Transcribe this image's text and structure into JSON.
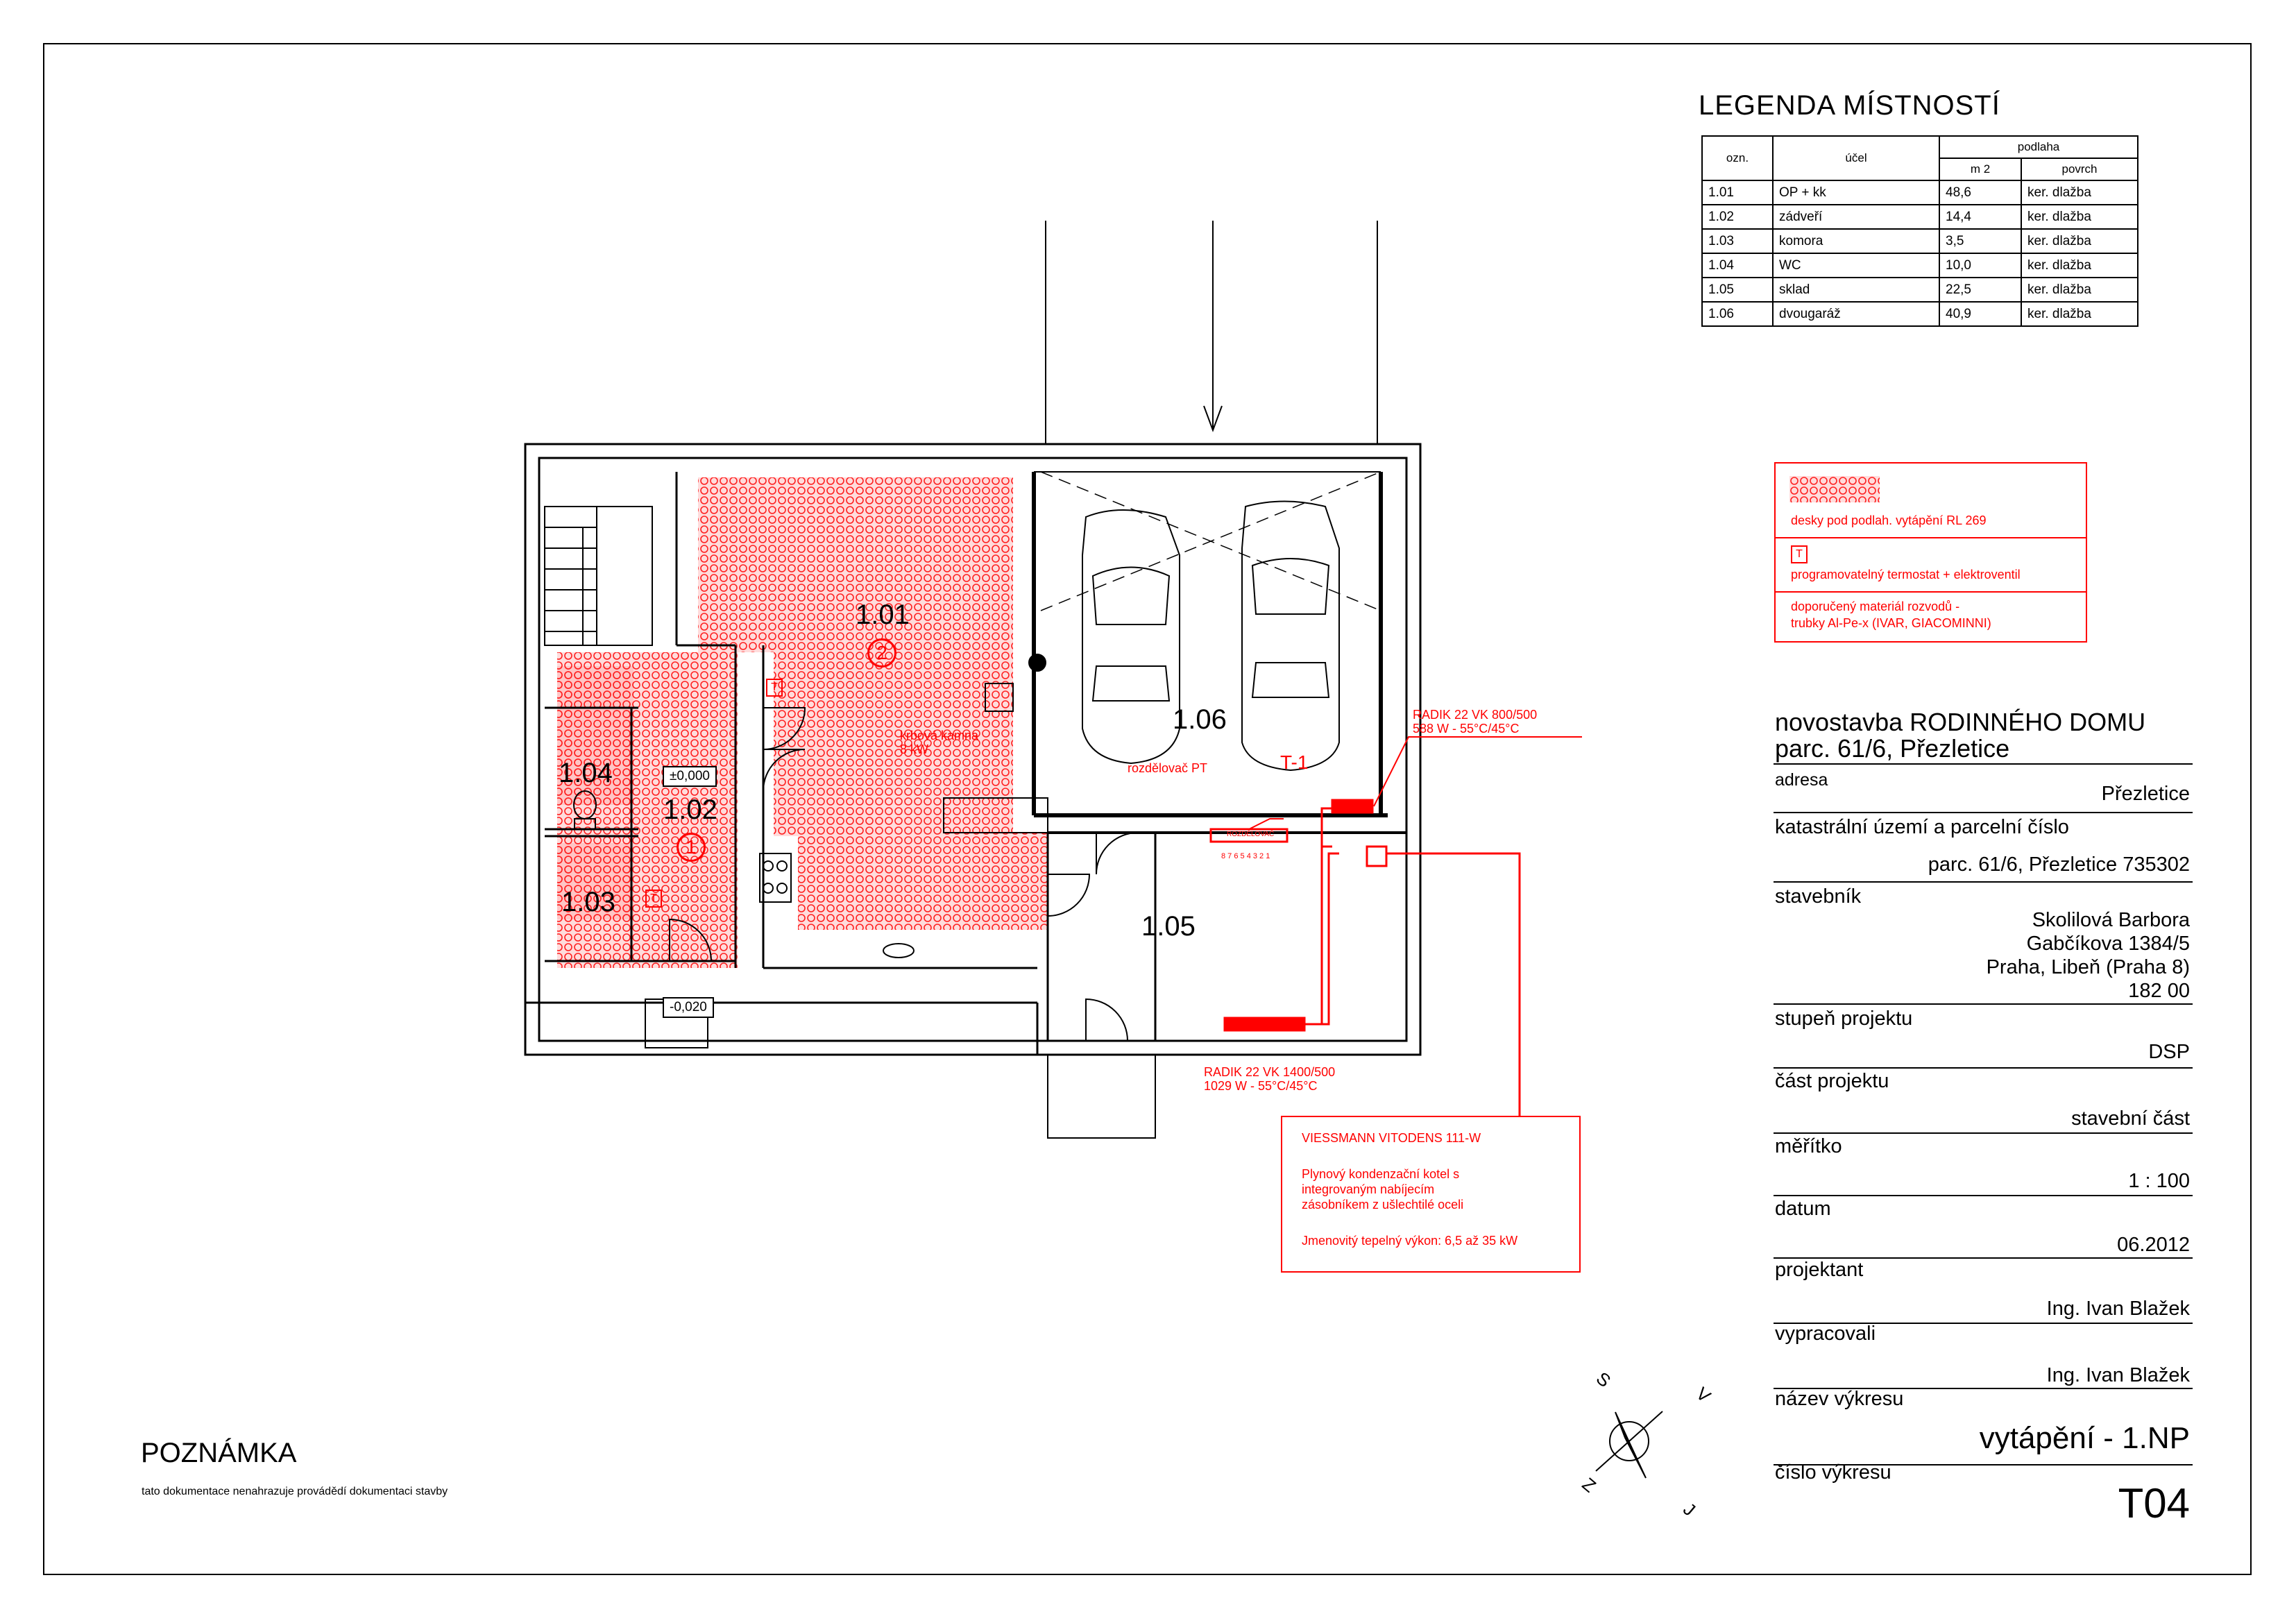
{
  "legend": {
    "title": "LEGENDA MÍSTNOSTÍ",
    "headers": {
      "ozn": "ozn.",
      "ucel": "účel",
      "podlaha": "podlaha",
      "m2": "m 2",
      "povrch": "povrch"
    },
    "rows": [
      {
        "ozn": "1.01",
        "ucel": "OP + kk",
        "m2": "48,6",
        "povrch": "ker. dlažba"
      },
      {
        "ozn": "1.02",
        "ucel": "zádveří",
        "m2": "14,4",
        "povrch": "ker. dlažba"
      },
      {
        "ozn": "1.03",
        "ucel": "komora",
        "m2": "3,5",
        "povrch": "ker. dlažba"
      },
      {
        "ozn": "1.04",
        "ucel": "WC",
        "m2": "10,0",
        "povrch": "ker. dlažba"
      },
      {
        "ozn": "1.05",
        "ucel": "sklad",
        "m2": "22,5",
        "povrch": "ker. dlažba"
      },
      {
        "ozn": "1.06",
        "ucel": "dvougaráž",
        "m2": "40,9",
        "povrch": "ker. dlažba"
      }
    ]
  },
  "heating_legend": {
    "desky": "desky pod podlah. vytápění RL 269",
    "termostat_symbol": "T",
    "termostat": "programovatelný termostat + elektroventil",
    "material_1": "doporučený materiál rozvodů -",
    "material_2": "trubky Al-Pe-x (IVAR, GIACOMINNI)"
  },
  "title_block": {
    "project_1": "novostavba RODINNÉHO DOMU",
    "project_2": "parc. 61/6, Přezletice",
    "adresa_label": "adresa",
    "adresa": "Přezletice",
    "katastr_label": "katastrální území a parcelní číslo",
    "katastr": "parc. 61/6, Přezletice 735302",
    "stavebnik_label": "stavebník",
    "stavebnik_1": "Skolilová Barbora",
    "stavebnik_2": "Gabčíkova 1384/5",
    "stavebnik_3": "Praha, Libeň (Praha 8)",
    "stavebnik_4": "182 00",
    "stupen_label": "stupeň projektu",
    "stupen": "DSP",
    "cast_label": "část projektu",
    "cast": "stavební část",
    "meritko_label": "měřítko",
    "meritko": "1 : 100",
    "datum_label": "datum",
    "datum": "06.2012",
    "projektant_label": "projektant",
    "projektant": "Ing. Ivan Blažek",
    "vypracovali_label": "vypracovali",
    "vypracovali": "Ing. Ivan Blažek",
    "nazev_label": "název výkresu",
    "nazev": "vytápění - 1.NP",
    "cislo_label": "číslo výkresu",
    "cislo": "T04"
  },
  "note": {
    "title": "POZNÁMKA",
    "text": "tato dokumentace nenahrazuje provádědí dokumentaci stavby"
  },
  "plan": {
    "rooms": [
      "1.01",
      "1.02",
      "1.03",
      "1.04",
      "1.05",
      "1.06"
    ],
    "level_000": "±0,000",
    "level_020": "-0,020",
    "circle_1": "1",
    "circle_2": "2",
    "thermostat": "T",
    "t1": "T-1",
    "krb_1": "krbová kamna",
    "krb_2": "8 kW",
    "rozdelovac_pt": "rozdělovač PT",
    "rozdelovac": "ROZDĚLOVAČ",
    "rozdelovac_numbers": "8 7 6 5 4 3 2 1",
    "radik_1_a": "RADIK 22 VK 800/500",
    "radik_1_b": "588 W -  55°C/45°C",
    "radik_2_a": "RADIK 22 VK 1400/500",
    "radik_2_b": "1029 W -  55°C/45°C"
  },
  "boiler": {
    "title": "VIESSMANN VITODENS 111-W",
    "desc_1": "Plynový kondenzační kotel s",
    "desc_2": "integrovaným nabíjecím",
    "desc_3": "zásobníkem z ušlechtilé oceli",
    "power": "Jmenovitý tepelný výkon: 6,5 až 35 kW"
  },
  "compass": {
    "s": "S",
    "v": "V",
    "z": "Z",
    "j": "J"
  },
  "colors": {
    "heating": "#ff0000",
    "lines": "#000000"
  }
}
